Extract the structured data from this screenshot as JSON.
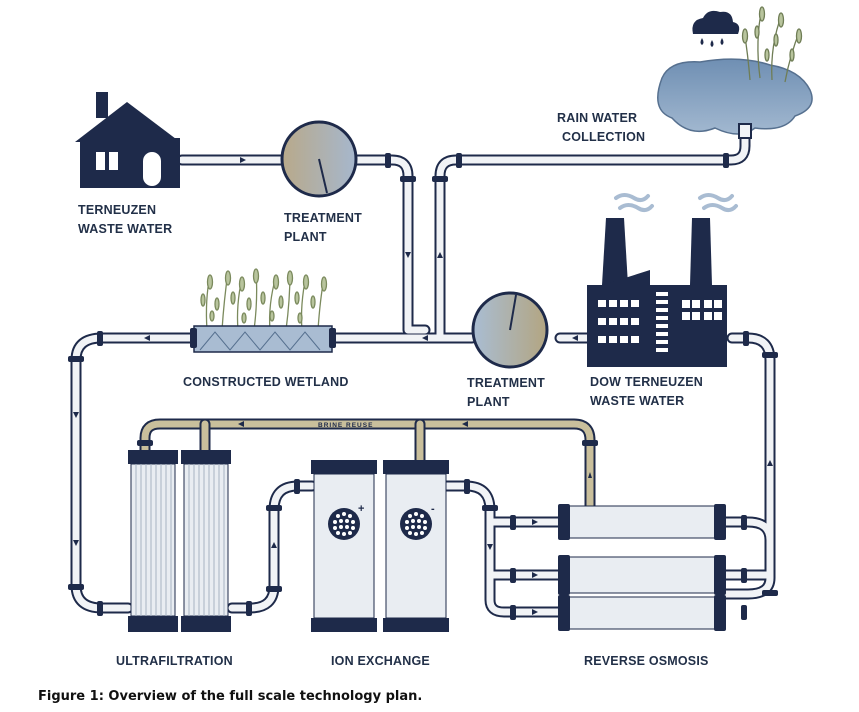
{
  "labels": {
    "terneuzen_waste_water": [
      "TERNEUZEN",
      "WASTE WATER"
    ],
    "treatment_plant_1": [
      "TREATMENT",
      "PLANT"
    ],
    "rain_water_collection": [
      "RAIN WATER",
      "COLLECTION"
    ],
    "dow_terneuzen_waste_water": [
      "DOW TERNEUZEN",
      "WASTE WATER"
    ],
    "treatment_plant_2": [
      "TREATMENT",
      "PLANT"
    ],
    "constructed_wetland": "CONSTRUCTED WETLAND",
    "brine_reuse": "BRINE REUSE",
    "ultrafiltration": "ULTRAFILTRATION",
    "ion_exchange": "ION EXCHANGE",
    "reverse_osmosis": "REVERSE OSMOSIS"
  },
  "ion_exchange_signs": [
    "+",
    "-"
  ],
  "caption": "Figure 1: Overview of the full scale technology plan.",
  "colors": {
    "navy": "#1e2a4a",
    "pipe_outline": "#1e2a4a",
    "pipe_fill": "#f1f3f6",
    "brine_pipe": "#c9bf9c",
    "water": "#7f9dbd",
    "filter_body": "#e9edf2"
  }
}
